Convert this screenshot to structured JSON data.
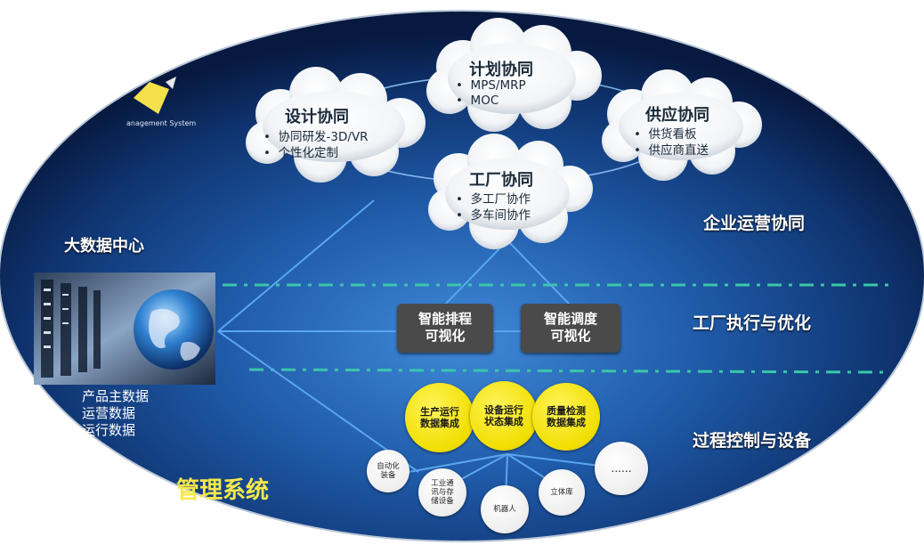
{
  "clouds": {
    "plan": {
      "title": "计划协同",
      "items": [
        "MPS/MRP",
        "MOC"
      ]
    },
    "design": {
      "title": "设计协同",
      "items": [
        "协同研发-3D/VR",
        "个性化定制"
      ]
    },
    "supply": {
      "title": "供应协同",
      "items": [
        "供货看板",
        "供应商直送"
      ]
    },
    "factory": {
      "title": "工厂协同",
      "items": [
        "多工厂协作",
        "多车间协作"
      ]
    }
  },
  "layers": {
    "enterprise": "企业运营协同",
    "factory_exec": "工厂执行与优化",
    "process": "过程控制与设备"
  },
  "bigdata": {
    "title": "大数据中心",
    "data_items": [
      "产品主数据",
      "运营数据",
      "运行数据"
    ]
  },
  "partial_texts": {
    "top_left": "anagement System",
    "bottom_left": "管理系统"
  },
  "boxes": {
    "schedule": [
      "智能排程",
      "可视化"
    ],
    "dispatch": [
      "智能调度",
      "可视化"
    ]
  },
  "yellow_circles": [
    [
      "生产运行",
      "数据集成"
    ],
    [
      "设备运行",
      "状态集成"
    ],
    [
      "质量检测",
      "数据集成"
    ]
  ],
  "white_circles": [
    [
      "自动化",
      "装备"
    ],
    [
      "工业通",
      "讯与存",
      "储设备"
    ],
    [
      "机器人"
    ],
    [
      "立体库"
    ],
    [
      "......"
    ]
  ],
  "colors": {
    "background_outer": "#ffffff",
    "ellipse_center": "#2a6fbf",
    "ellipse_edge": "#0a1f4a",
    "divider": "#3ac7a8",
    "yellow": "#f1de00",
    "box": "#4a4a4a"
  }
}
